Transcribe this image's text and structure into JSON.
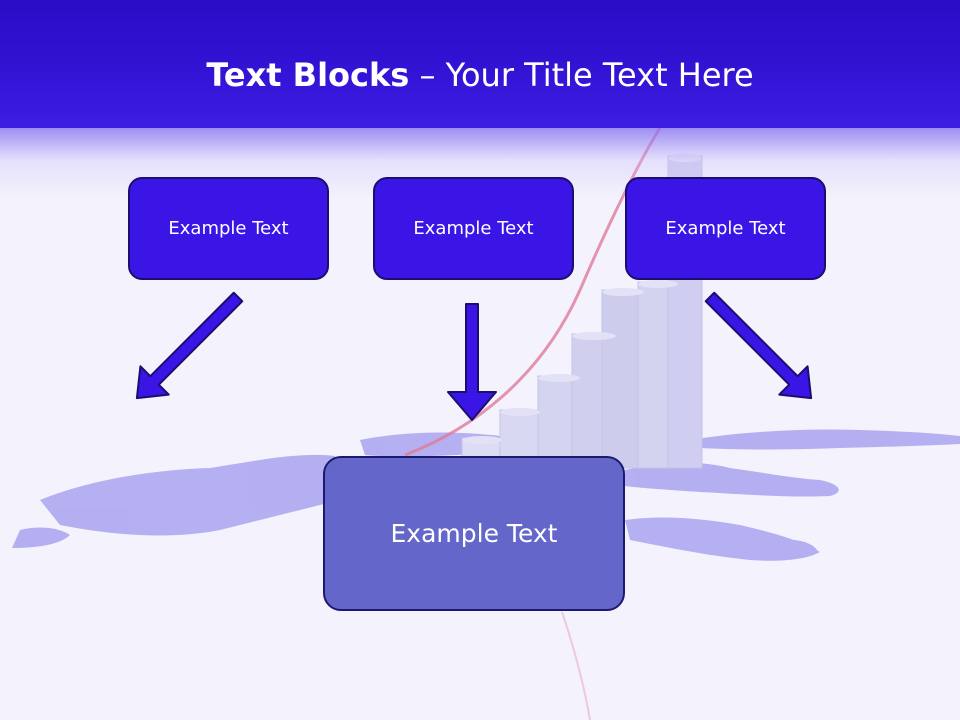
{
  "title": {
    "bold": "Text Blocks",
    "rest": " – Your Title Text Here"
  },
  "boxes": {
    "top_left": "Example Text",
    "top_center": "Example Text",
    "top_right": "Example Text",
    "bottom": "Example Text"
  },
  "colors": {
    "header": "#3414d6",
    "box_fill": "#3b14e6",
    "main_box_fill": "#6566c9",
    "arrow": "#3b14e6"
  },
  "icons": [
    "arrow-down-right-icon",
    "arrow-down-icon",
    "arrow-down-left-icon"
  ]
}
